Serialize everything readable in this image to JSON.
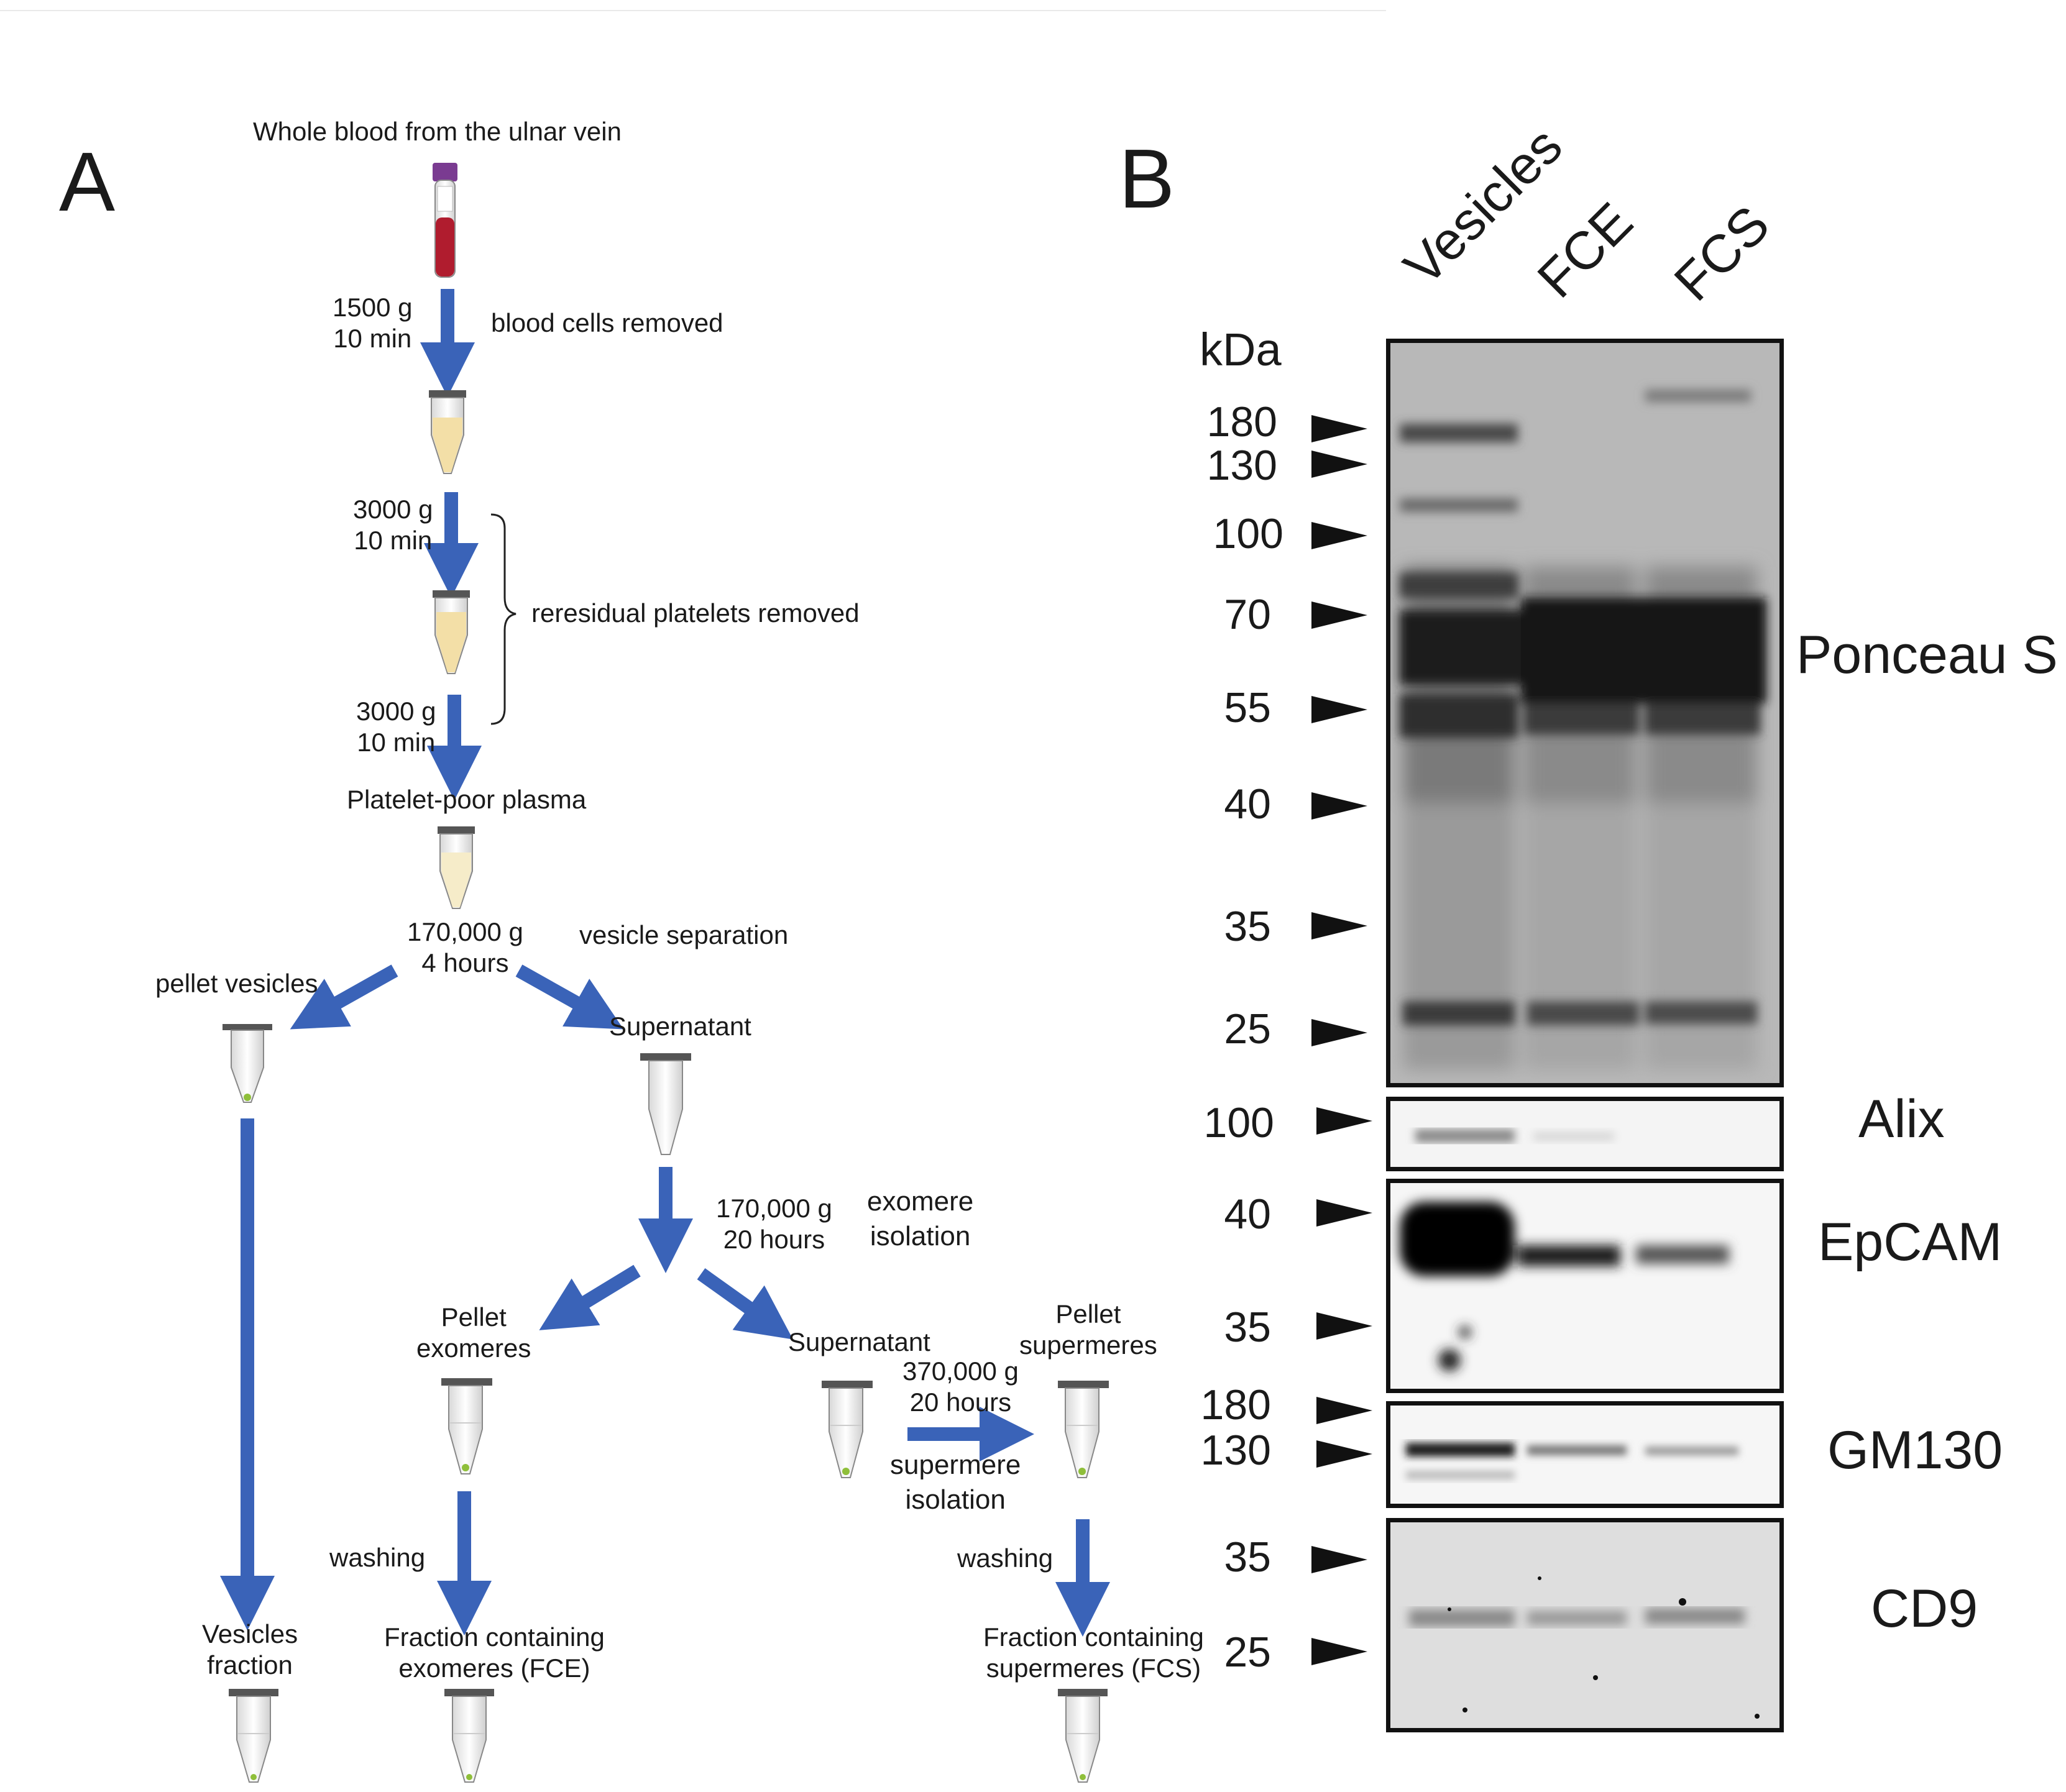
{
  "panels": {
    "a": "A",
    "b": "B"
  },
  "flowchart": {
    "start": "Whole blood from the ulnar vein",
    "step1_cond": [
      "1500 g",
      "10 min"
    ],
    "step1_note": "blood cells removed",
    "step2_cond": [
      "3000 g",
      "10 min"
    ],
    "step3_cond": [
      "3000 g",
      "10 min"
    ],
    "brace_note": "reresidual platelets removed",
    "ppp": "Platelet-poor plasma",
    "step4_cond": [
      "170,000 g",
      "4 hours"
    ],
    "step4_note": "vesicle separation",
    "pellet_vesicles": "pellet vesicles",
    "supernatant1": "Supernatant",
    "step5_cond": [
      "170,000 g",
      "20 hours"
    ],
    "step5_note": [
      "exomere",
      "isolation"
    ],
    "pellet_exomeres": [
      "Pellet",
      "exomeres"
    ],
    "supernatant2": "Supernatant",
    "step6_cond": [
      "370,000 g",
      "20 hours"
    ],
    "step6_note": [
      "supermere",
      "isolation"
    ],
    "pellet_supermeres": [
      "Pellet",
      "supermeres"
    ],
    "washing1": "washing",
    "washing2": "washing",
    "final_vesicles": [
      "Vesicles",
      "fraction"
    ],
    "final_fce": [
      "Fraction containing",
      "exomeres (FCE)"
    ],
    "final_fcs": [
      "Fraction containing",
      "supermeres (FCS)"
    ]
  },
  "blot": {
    "lanes": [
      "Vesicles",
      "FCE",
      "FCS"
    ],
    "unit": "kDa",
    "ponceau_markers": [
      "180",
      "130",
      "100",
      "70",
      "55",
      "40",
      "35",
      "25"
    ],
    "alix_marker": "100",
    "epcam_markers": [
      "40",
      "35"
    ],
    "gm130_markers": [
      "180",
      "130"
    ],
    "cd9_markers": [
      "35",
      "25"
    ],
    "labels": {
      "ponceau": "Ponceau S",
      "alix": "Alix",
      "epcam": "EpCAM",
      "gm130": "GM130",
      "cd9": "CD9"
    }
  },
  "colors": {
    "arrow": "#3a63b8",
    "blood": "#b01c2e",
    "plasma": "#f3dfa7",
    "cap": "#7a3b91"
  }
}
